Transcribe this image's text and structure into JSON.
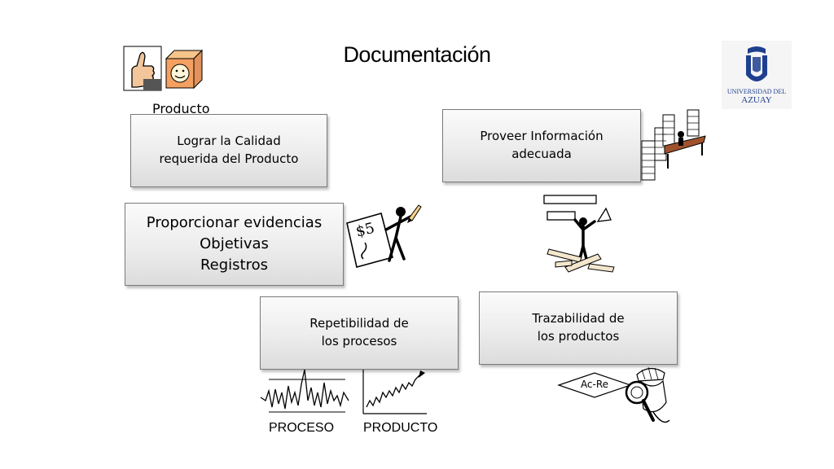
{
  "title": "Documentación",
  "producto_label": "Producto",
  "boxes": {
    "calidad": [
      "Lograr la Calidad",
      "requerida del Producto"
    ],
    "evidencias": [
      "Proporcionar evidencias",
      "Objetivas",
      "Registros"
    ],
    "informacion": [
      "Proveer Información",
      "adecuada"
    ],
    "repetibilidad": [
      "Repetibilidad de",
      "los procesos"
    ],
    "trazabilidad": [
      "Trazabilidad de",
      "los productos"
    ]
  },
  "captions": {
    "proceso": "PROCESO",
    "producto": "PRODUCTO"
  },
  "acre_label": "Ac-Re",
  "price_label": "$5",
  "logo": {
    "line1": "UNIVERSIDAD DEL",
    "line2": "AZUAY",
    "color": "#1f3f8f"
  }
}
